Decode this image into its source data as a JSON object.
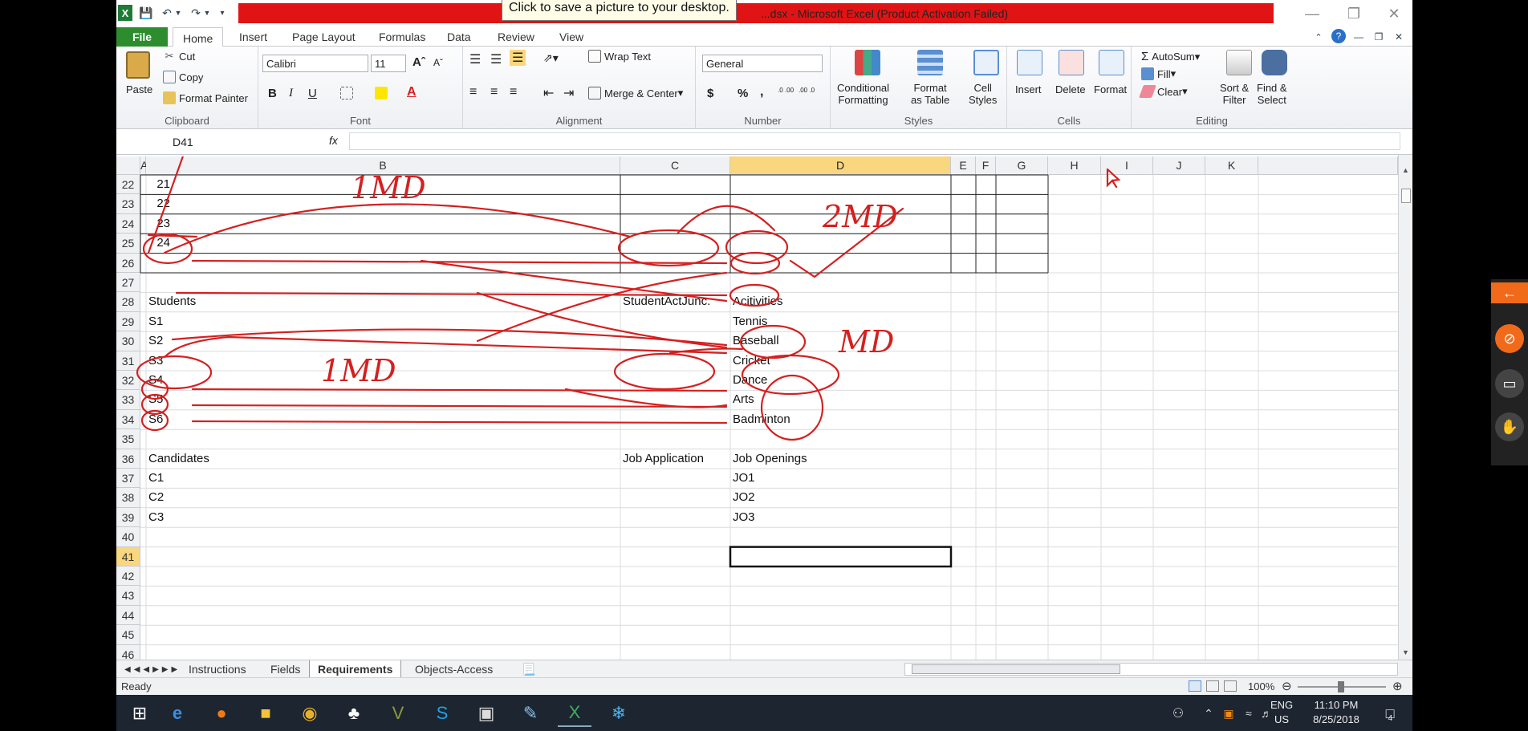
{
  "title": "...dsx - Microsoft Excel (Product Activation Failed)",
  "tooltip": "Click to save a picture to your desktop.",
  "tabs": [
    "File",
    "Home",
    "Insert",
    "Page Layout",
    "Formulas",
    "Data",
    "Review",
    "View"
  ],
  "clipboard": {
    "paste": "Paste",
    "cut": "Cut",
    "copy": "Copy",
    "format_painter": "Format Painter",
    "label": "Clipboard"
  },
  "font": {
    "name": "Calibri",
    "size": "11",
    "bold": "B",
    "italic": "I",
    "underline": "U",
    "label": "Font"
  },
  "alignment": {
    "wrap": "Wrap Text",
    "merge": "Merge & Center",
    "label": "Alignment"
  },
  "number": {
    "format": "General",
    "currency": "$",
    "percent": "%",
    "comma": ",",
    "inc": ".0 .00",
    "dec": ".00 .0",
    "label": "Number"
  },
  "styles": {
    "conditional": "Conditional",
    "conditional2": "Formatting",
    "format_table": "Format",
    "format_table2": "as Table",
    "cell_styles": "Cell",
    "cell_styles2": "Styles",
    "label": "Styles"
  },
  "cells": {
    "insert": "Insert",
    "delete": "Delete",
    "format": "Format",
    "label": "Cells"
  },
  "editing": {
    "autosum": "AutoSum",
    "fill": "Fill",
    "clear": "Clear",
    "sort": "Sort &",
    "sort2": "Filter",
    "find": "Find &",
    "find2": "Select",
    "label": "Editing"
  },
  "namebox": "D41",
  "fx": "fx",
  "columns": [
    "A",
    "B",
    "C",
    "D",
    "E",
    "F",
    "G",
    "H",
    "I",
    "J",
    "K"
  ],
  "rows": [
    "22",
    "23",
    "24",
    "25",
    "26",
    "27",
    "28",
    "29",
    "30",
    "31",
    "32",
    "33",
    "34",
    "35",
    "36",
    "37",
    "38",
    "39",
    "40",
    "41",
    "42",
    "43",
    "44",
    "45",
    "46"
  ],
  "cells_a": [
    "21",
    "22",
    "23",
    "24"
  ],
  "students": {
    "header": "Students",
    "items": [
      "S1",
      "S2",
      "S3",
      "S4",
      "S5",
      "S6"
    ]
  },
  "studentact": "StudentActJunc.",
  "activities": {
    "header": "Acitivities",
    "items": [
      "Tennis",
      "Baseball",
      "Cricket",
      "Dance",
      "Arts",
      "Badminton"
    ]
  },
  "candidates": {
    "header": "Candidates",
    "items": [
      "C1",
      "C2",
      "C3"
    ]
  },
  "jobapp": "Job Application",
  "jobs": {
    "header": "Job Openings",
    "items": [
      "JO1",
      "JO2",
      "JO3"
    ]
  },
  "annotations": [
    "1MD",
    "2MD",
    "MD",
    "1MD"
  ],
  "sheets": [
    "Instructions",
    "Fields",
    "Requirements",
    "Objects-Access"
  ],
  "status": {
    "ready": "Ready",
    "zoom": "100%"
  },
  "clock": {
    "time": "11:10 PM",
    "date": "8/25/2018",
    "lang": "ENG",
    "region": "US",
    "notif": "4"
  },
  "ink_color": "#d42020"
}
